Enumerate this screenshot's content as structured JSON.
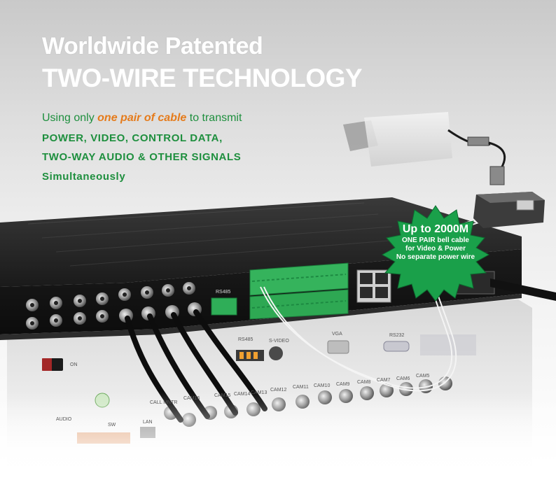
{
  "headline": {
    "line1": "Worldwide Patented",
    "line2": "TWO-WIRE TECHNOLOGY"
  },
  "intro": {
    "prefix": "Using only ",
    "highlight": "one pair of cable",
    "suffix": " to transmit"
  },
  "signals": {
    "line1": "POWER, VIDEO, CONTROL DATA,",
    "line2": "TWO-WAY AUDIO & OTHER SIGNALS",
    "line3": "Simultaneously"
  },
  "badge": {
    "title": "Up to 2000M",
    "line1": "ONE PAIR bell cable",
    "line2": "for Video & Power",
    "line3": "No separate power wire"
  },
  "device_labels": {
    "rs485_top": "RS485",
    "rs485_bottom": "RS485",
    "svideo": "S-VIDEO",
    "vga": "VGA",
    "rs232": "RS232",
    "on": "ON",
    "call_mntr": "CALL MNTR",
    "cam16": "CAM16",
    "cam15": "CAM15",
    "cam14": "CAM14",
    "cam13": "CAM13",
    "cam12": "CAM12",
    "cam11": "CAM11",
    "cam10": "CAM10",
    "cam9": "CAM9",
    "cam8": "CAM8",
    "cam7": "CAM7",
    "cam6": "CAM6",
    "cam5": "CAM5",
    "lan": "LAN",
    "sw": "SW",
    "audio": "AUDIO"
  },
  "colors": {
    "green": "#1e8f3e",
    "orange": "#e57b1b",
    "badge": "#1aa04a",
    "device": "#202020"
  }
}
